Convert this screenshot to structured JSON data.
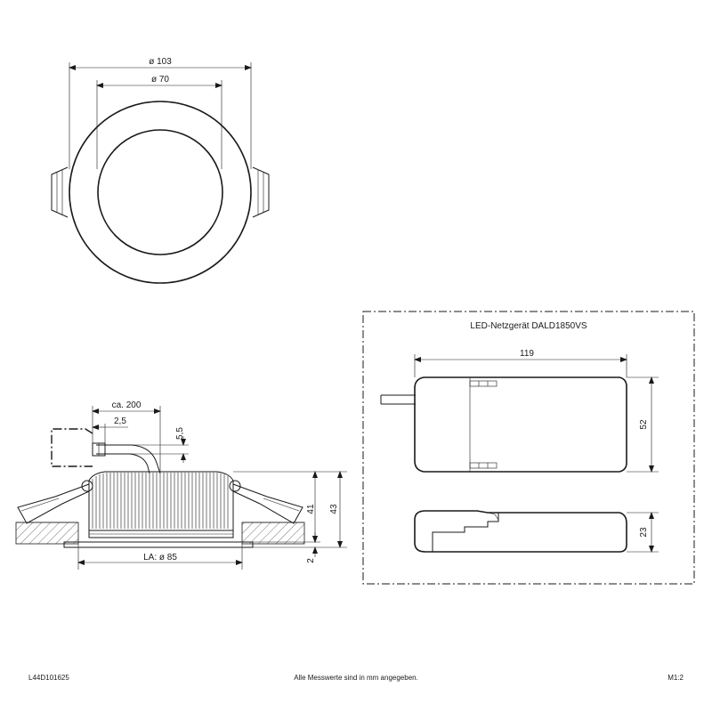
{
  "top_view": {
    "dia_outer": "ø 103",
    "dia_inner": "ø 70"
  },
  "side_view": {
    "cable_length": "ca. 200",
    "cable_offset": "2,5",
    "cable_height": "5,5",
    "cutout": "LA: ø 85",
    "height_body": "41",
    "height_total": "43",
    "rim": "2"
  },
  "driver": {
    "title": "LED-Netzgerät DALD1850VS",
    "length": "119",
    "width": "52",
    "height": "23"
  },
  "footer": {
    "article": "L44D101625",
    "note": "Alle Messwerte sind in mm angegeben.",
    "scale": "M1:2"
  }
}
